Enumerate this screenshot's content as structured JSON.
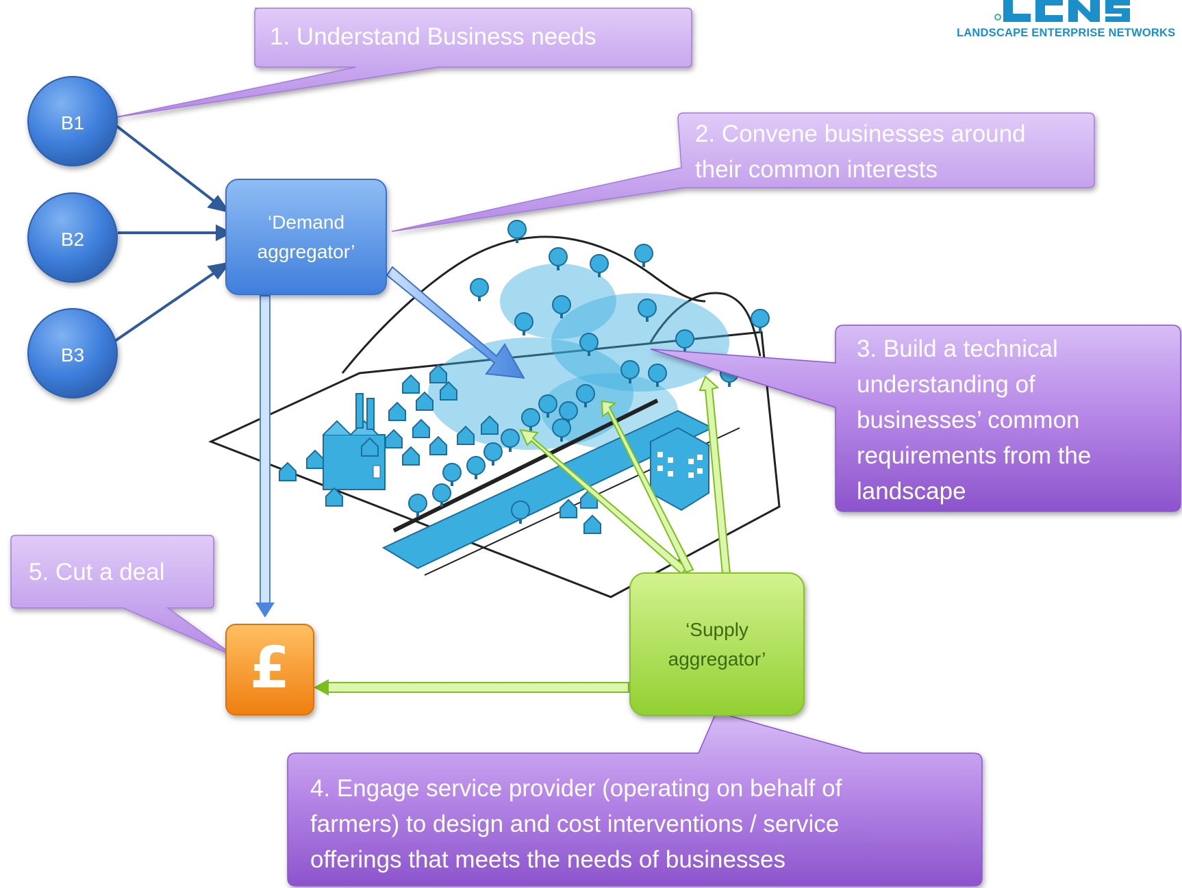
{
  "logo": {
    "name": "LENS",
    "tagline": "LANDSCAPE ENTERPRISE NETWORKS"
  },
  "callouts": [
    {
      "id": "step1",
      "text": "1.  Understand Business needs"
    },
    {
      "id": "step2",
      "text": "2.  Convene businesses around\n     their common interests"
    },
    {
      "id": "step3",
      "text": "3.  Build a technical\n     understanding of\n     businesses’ common\n     requirements from the\n     landscape"
    },
    {
      "id": "step4",
      "text": "4.  Engage service provider (operating on behalf of\n     farmers) to design and cost interventions / service\n     offerings that meets the needs of businesses"
    },
    {
      "id": "step5",
      "text": "5.  Cut a deal"
    }
  ],
  "nodes": {
    "businesses": [
      "B1",
      "B2",
      "B3"
    ],
    "demand_aggregator": "‘Demand\naggregator’",
    "supply_aggregator": "‘Supply\naggregator’",
    "deal_symbol": "£"
  },
  "colors": {
    "callout_light": "#c9a8ef",
    "callout_dark": "#8c54cc",
    "business_blue": "#3f7fdc",
    "demand_blue": "#5b97e6",
    "supply_green": "#a8e04a",
    "deal_orange": "#f4901e",
    "landscape_blue": "#3aaedf",
    "logo_blue": "#1a8fc9"
  }
}
